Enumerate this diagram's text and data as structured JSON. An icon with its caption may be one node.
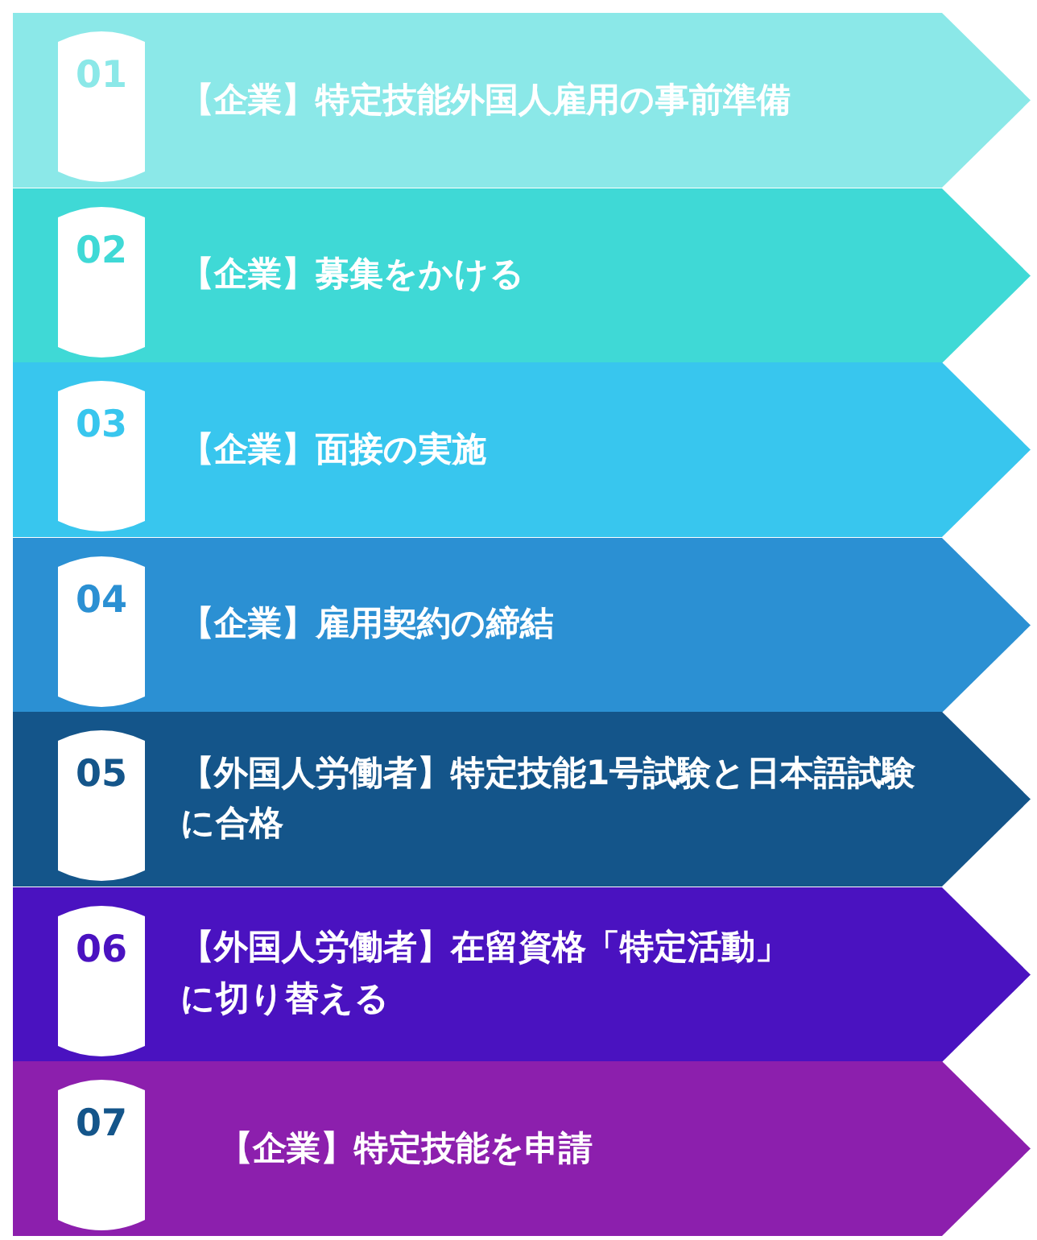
{
  "diagram": {
    "nodes": [
      {
        "text": [
          "【企業】特定技能外国人雇用の事前準備"
        ]
      },
      {
        "text": [
          "01"
        ],
        "in": 0
      },
      {
        "text": [
          "【企業】募集をかける"
        ]
      },
      {
        "text": [
          "02"
        ],
        "in": 2
      },
      {
        "text": [
          "【企業】面接の実施"
        ]
      },
      {
        "text": [
          "03"
        ],
        "in": 4
      },
      {
        "text": [
          "【企業】雇用契約の締結"
        ]
      },
      {
        "text": [
          "04"
        ],
        "in": 6
      },
      {
        "text": [
          "【外国人労働者】特定技能1号試験と日本語試験に合格"
        ]
      },
      {
        "text": [
          "05"
        ],
        "in": 8
      },
      {
        "text": [
          "【外国人労働者】在留資格「特定活動」に切り替える"
        ]
      },
      {
        "text": [
          "06"
        ],
        "in": 10
      },
      {
        "text": [
          "【企業】特定技能を申請"
        ]
      },
      {
        "text": [
          "07"
        ],
        "in": 12
      }
    ]
  }
}
